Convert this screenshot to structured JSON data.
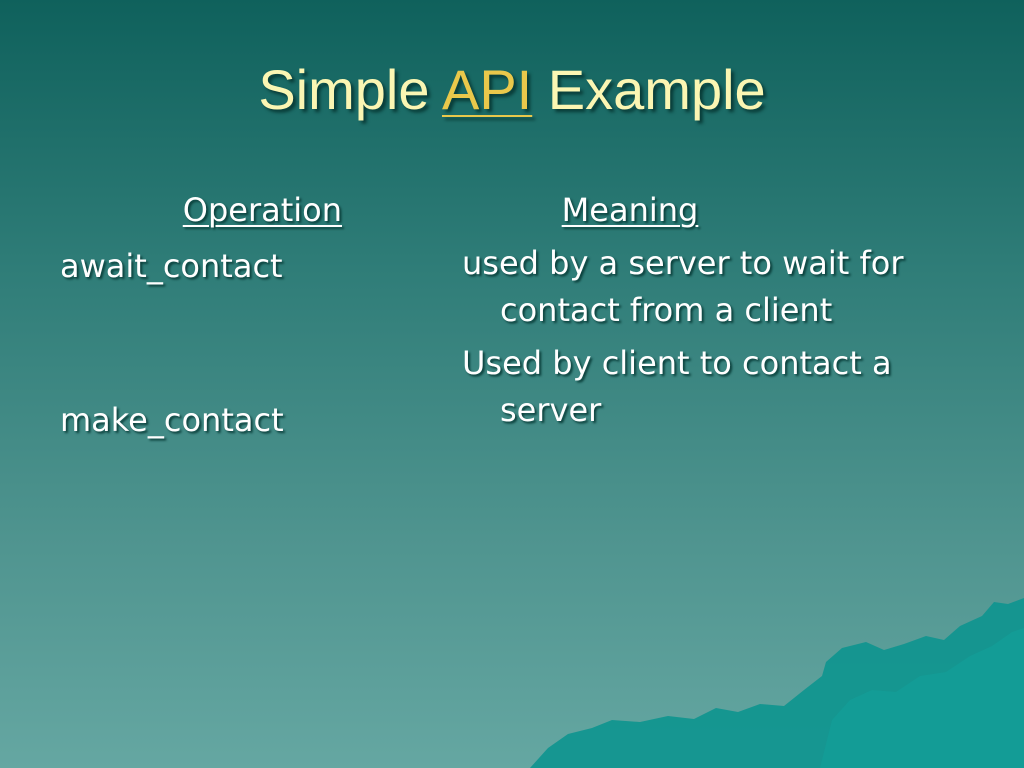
{
  "slide": {
    "title_before": "Simple ",
    "title_link": "API",
    "title_after": " Example",
    "columns": {
      "operation_header": "Operation",
      "meaning_header": "Meaning"
    },
    "rows": [
      {
        "operation": "await_contact",
        "meaning": "used by a server to wait for contact from a client"
      },
      {
        "operation": "make_contact",
        "meaning": "Used by client to contact a server"
      }
    ]
  },
  "colors": {
    "background_top": "#0f615c",
    "background_bottom": "#65a7a2",
    "title_text": "#fbf6b3",
    "link_text": "#e9c84b",
    "body_text": "#ffffff",
    "mountain": "#0f958f"
  }
}
